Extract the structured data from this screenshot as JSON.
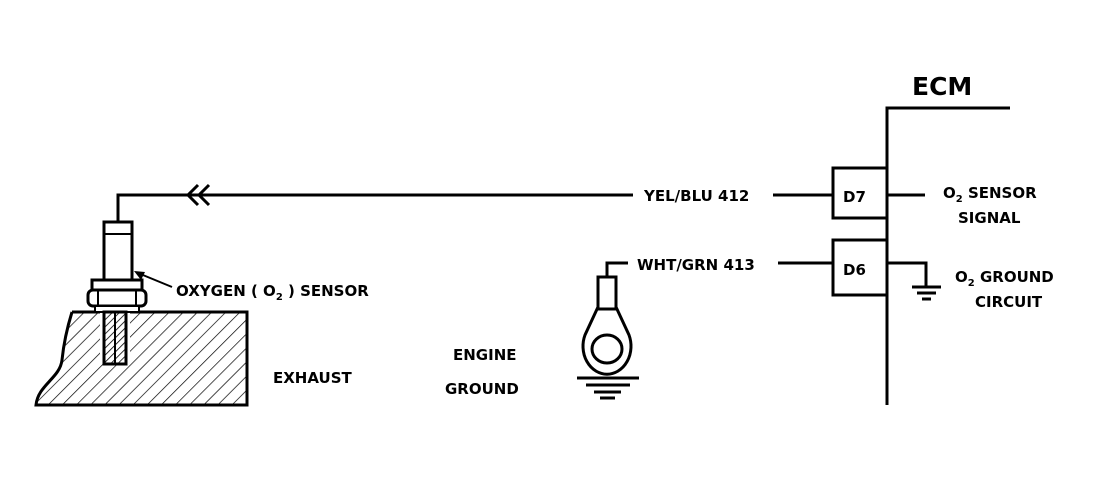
{
  "ecm": {
    "title": "ECM"
  },
  "pins": {
    "d7": "D7",
    "d6": "D6"
  },
  "circuits": {
    "signal_wire": "YEL/BLU 412",
    "ground_wire": "WHT/GRN 413"
  },
  "functions": {
    "o2_signal": {
      "line1_o": "O",
      "line1_sub": "2",
      "line1_rest": " SENSOR",
      "line2": "SIGNAL"
    },
    "o2_ground": {
      "line1_o": "O",
      "line1_sub": "2",
      "line1_rest": " GROUND",
      "line2": "CIRCUIT"
    }
  },
  "components": {
    "sensor": {
      "prefix": "OXYGEN ( O",
      "sub": "2",
      "suffix": " ) SENSOR"
    },
    "exhaust": "EXHAUST",
    "engine_ground": {
      "line1": "ENGINE",
      "line2": "GROUND"
    }
  }
}
